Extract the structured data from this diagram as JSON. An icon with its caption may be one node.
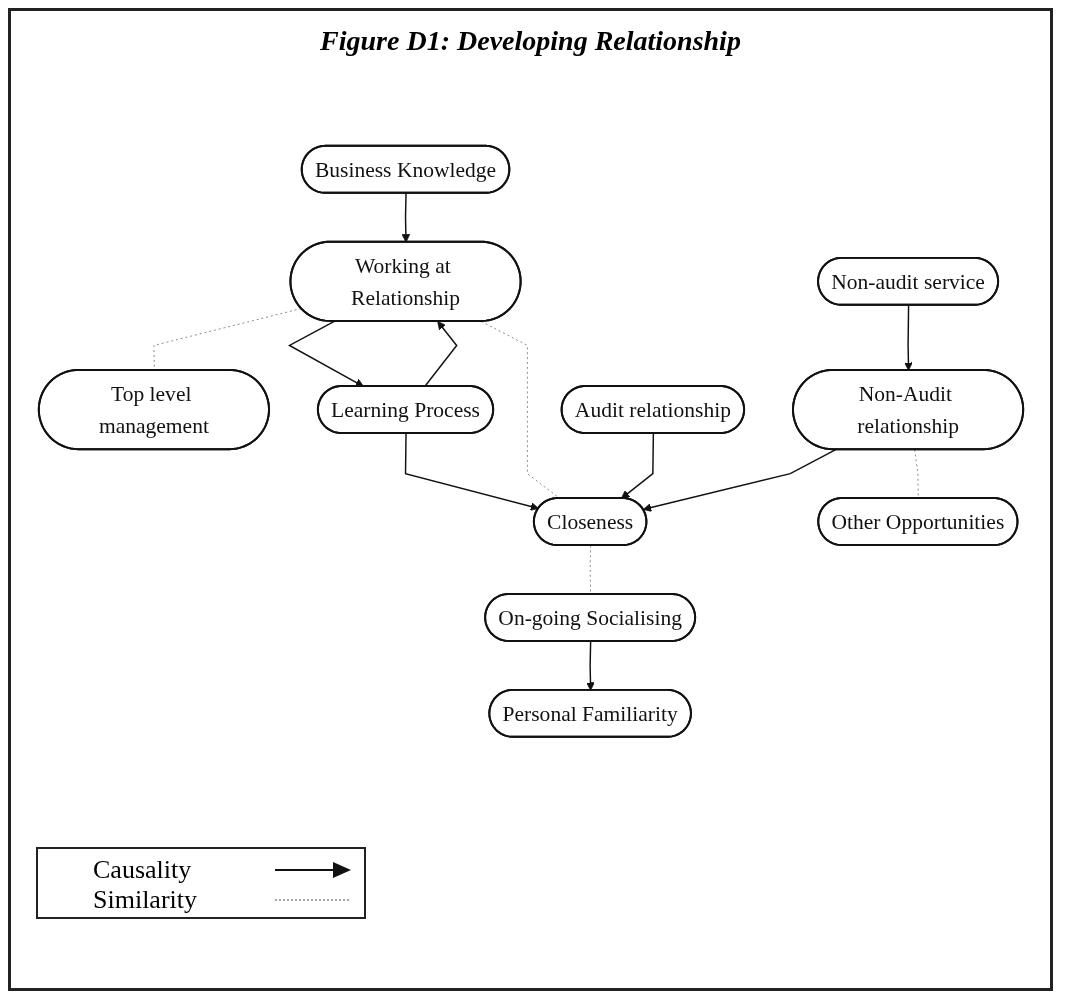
{
  "diagram": {
    "title": "Figure D1: Developing Relationship",
    "nodes": [
      {
        "text": [
          "Business Knowledge"
        ]
      },
      {
        "text": [
          "Working at Relationship"
        ]
      },
      {
        "text": [
          "Top level management"
        ]
      },
      {
        "text": [
          "Learning Process"
        ]
      },
      {
        "text": [
          "Audit relationship"
        ]
      },
      {
        "text": [
          "Closeness"
        ]
      },
      {
        "text": [
          "Non-Audit relationship"
        ]
      },
      {
        "text": [
          "Non-audit service"
        ]
      },
      {
        "text": [
          "On-going Socialising"
        ]
      },
      {
        "text": [
          "Other Opportunities"
        ]
      },
      {
        "text": [
          "Personal Familiarity"
        ]
      }
    ],
    "edges": [
      {
        "from": 0,
        "to": 1,
        "arrow": "to"
      },
      {
        "from": 1,
        "to": 2,
        "arrow": "none",
        "style": "dashed",
        "color": "#888888"
      },
      {
        "from": 1,
        "to": 3,
        "arrow": "to"
      },
      {
        "from": 3,
        "to": 1,
        "arrow": "to"
      },
      {
        "from": 3,
        "to": 5,
        "arrow": "to"
      },
      {
        "from": 1,
        "to": 5,
        "arrow": "none",
        "style": "dashed",
        "color": "#888888"
      },
      {
        "from": 4,
        "to": 5,
        "arrow": "to"
      },
      {
        "from": 6,
        "to": 5,
        "arrow": "to"
      },
      {
        "from": 7,
        "to": 6,
        "arrow": "to"
      },
      {
        "from": 5,
        "to": 8,
        "arrow": "none",
        "style": "dashed",
        "color": "#888888"
      },
      {
        "from": 6,
        "to": 9,
        "arrow": "none",
        "style": "dashed",
        "color": "#888888"
      },
      {
        "from": 8,
        "to": 10,
        "arrow": "to"
      }
    ],
    "legend": [
      {
        "text": "Causality"
      },
      {
        "text": "Similarity"
      }
    ]
  }
}
